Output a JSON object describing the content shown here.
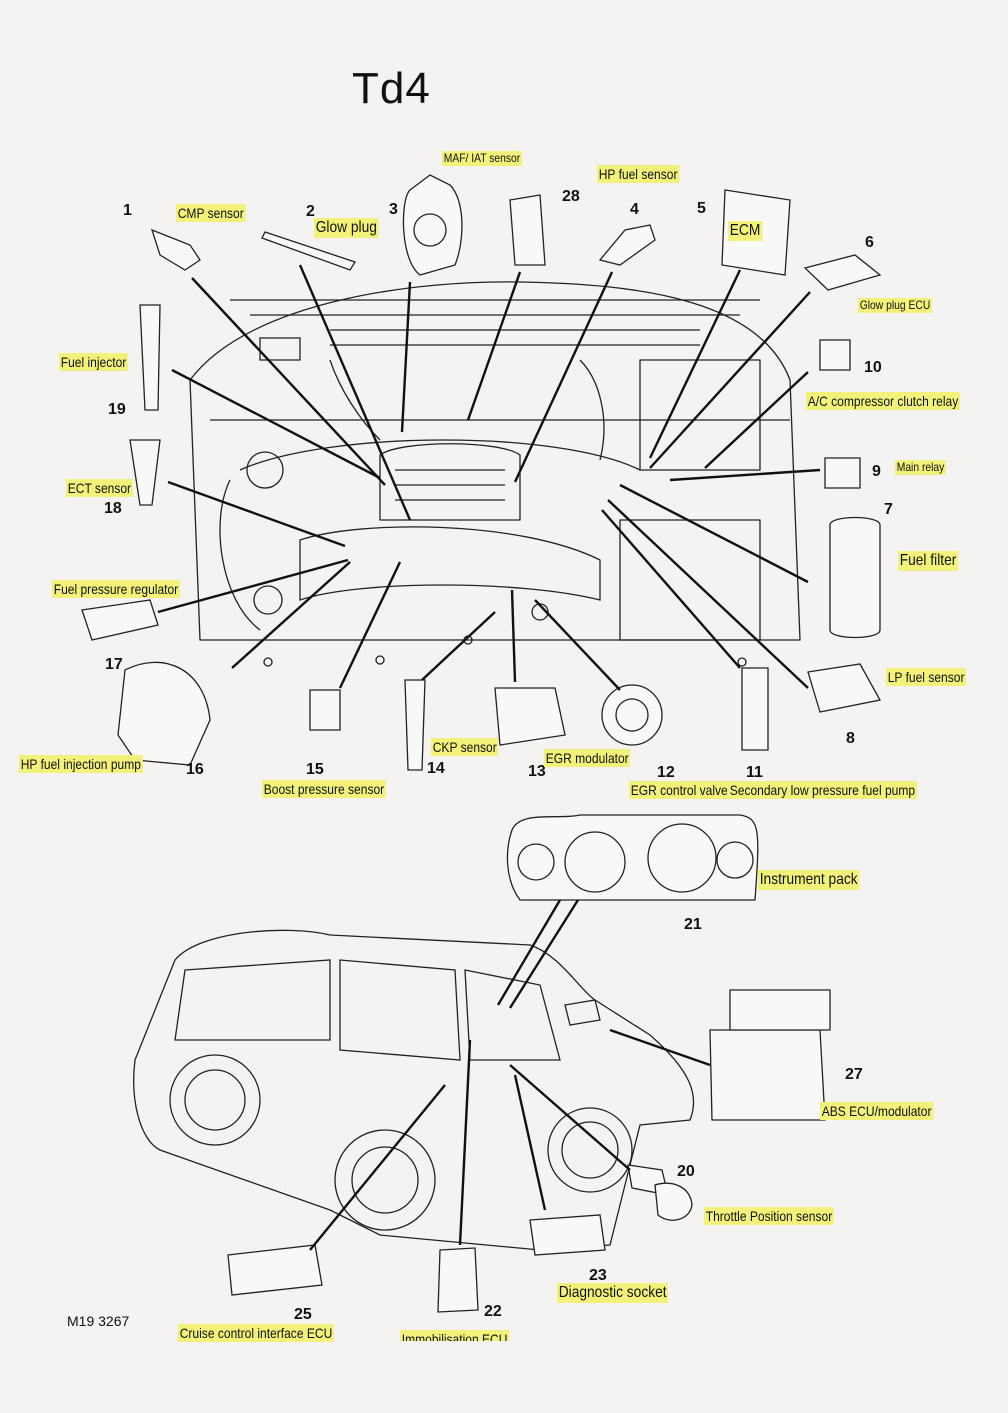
{
  "title": "Td4",
  "figure_code": "M19 3267",
  "components": [
    {
      "num": "1",
      "label": "CMP sensor"
    },
    {
      "num": "2",
      "label": "Glow plug"
    },
    {
      "num": "3",
      "label": "MAF/ IAT sensor"
    },
    {
      "num": "4",
      "label": "HP fuel sensor"
    },
    {
      "num": "5",
      "label": "ECM"
    },
    {
      "num": "6",
      "label": "Glow plug ECU"
    },
    {
      "num": "7",
      "label": "Fuel filter"
    },
    {
      "num": "8",
      "label": "LP fuel sensor"
    },
    {
      "num": "9",
      "label": "Main relay"
    },
    {
      "num": "10",
      "label": "A/C compressor clutch relay"
    },
    {
      "num": "11",
      "label": "Secondary low pressure fuel pump"
    },
    {
      "num": "12",
      "label": "EGR control valve"
    },
    {
      "num": "13",
      "label": "EGR modulator"
    },
    {
      "num": "14",
      "label": "CKP sensor"
    },
    {
      "num": "15",
      "label": "Boost pressure sensor"
    },
    {
      "num": "16",
      "label": "HP fuel injection pump"
    },
    {
      "num": "17",
      "label": "Fuel pressure regulator"
    },
    {
      "num": "18",
      "label": "ECT sensor"
    },
    {
      "num": "19",
      "label": "Fuel injector"
    },
    {
      "num": "20",
      "label": "Throttle Position sensor"
    },
    {
      "num": "21",
      "label": "Instrument pack"
    },
    {
      "num": "22",
      "label": "Immobilisation ECU"
    },
    {
      "num": "23",
      "label": "Diagnostic socket"
    },
    {
      "num": "25",
      "label": "Cruise control interface ECU"
    },
    {
      "num": "27",
      "label": "ABS ECU/modulator"
    },
    {
      "num": "28",
      "label": ""
    }
  ]
}
